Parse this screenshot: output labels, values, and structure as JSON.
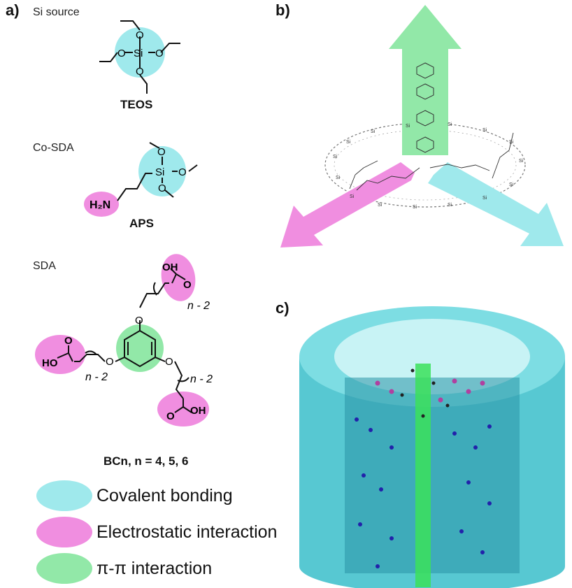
{
  "panel_labels": {
    "a": "a)",
    "b": "b)",
    "c": "c)"
  },
  "sections": {
    "si_source": "Si source",
    "co_sda": "Co-SDA",
    "sda": "SDA"
  },
  "compounds": {
    "teos": "TEOS",
    "aps": "APS",
    "bcn": "BCn, n = 4, 5, 6"
  },
  "atoms": {
    "si": "Si",
    "o": "O",
    "h2n": "H₂N",
    "oh": "OH",
    "ho": "HO",
    "n_minus_2": "n - 2"
  },
  "legend": [
    {
      "label": "Covalent bonding",
      "color": "#9fe9ec"
    },
    {
      "label": "Electrostatic interaction",
      "color": "#f08ee0"
    },
    {
      "label": "π-π interaction",
      "color": "#92e8a8"
    }
  ],
  "colors": {
    "cyan": "#9fe9ec",
    "magenta": "#f08ee0",
    "green": "#92e8a8",
    "tube": "#5fcfd6"
  }
}
